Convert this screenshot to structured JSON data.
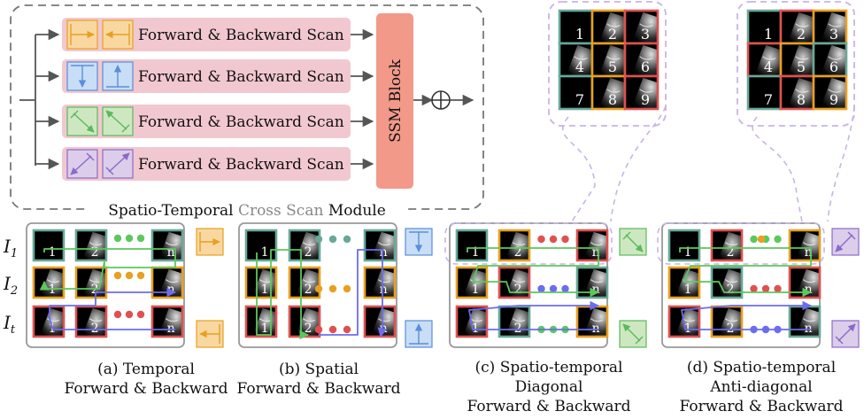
{
  "module": {
    "caption_part1": "Spatio-Temporal ",
    "caption_part2": "Cross Scan",
    "caption_part3": " Module",
    "scan_rows": [
      {
        "label": "Forward & Backward Scan",
        "icon": "horizontal-scan-icon"
      },
      {
        "label": "Forward & Backward Scan",
        "icon": "vertical-scan-icon"
      },
      {
        "label": "Forward & Backward Scan",
        "icon": "diagonal-scan-icon"
      },
      {
        "label": "Forward & Backward Scan",
        "icon": "anti-diagonal-scan-icon"
      }
    ],
    "ssm_label": "SSM Block",
    "sum_symbol": "⊕"
  },
  "rows": [
    {
      "main": "I",
      "sub": "1"
    },
    {
      "main": "I",
      "sub": "2"
    },
    {
      "main": "I",
      "sub": "t"
    }
  ],
  "frame_labels": {
    "first": "1",
    "second": "2",
    "last": "n"
  },
  "grid_labels": [
    "1",
    "2",
    "3",
    "4",
    "5",
    "6",
    "7",
    "8",
    "9"
  ],
  "captions": {
    "a": [
      "(a) Temporal",
      "Forward & Backward"
    ],
    "b": [
      "(b) Spatial",
      "Forward & Backward"
    ],
    "c": [
      "(c) Spatio-temporal",
      "Diagonal",
      "Forward & Backward"
    ],
    "d": [
      "(d) Spatio-temporal",
      "Anti-diagonal",
      "Forward & Backward"
    ]
  },
  "colors": {
    "green": "#5cc85c",
    "orange": "#e8a020",
    "red": "#e05050",
    "blue": "#6c6cf0",
    "teal": "#68a898",
    "purple": "#9878c8",
    "pink": "#f2c8d0",
    "salmon": "#f2998a",
    "icon_orange": "#f8d8a0",
    "icon_blue": "#c8ddf6",
    "icon_green": "#cde8c0",
    "icon_purple": "#dccdea"
  }
}
